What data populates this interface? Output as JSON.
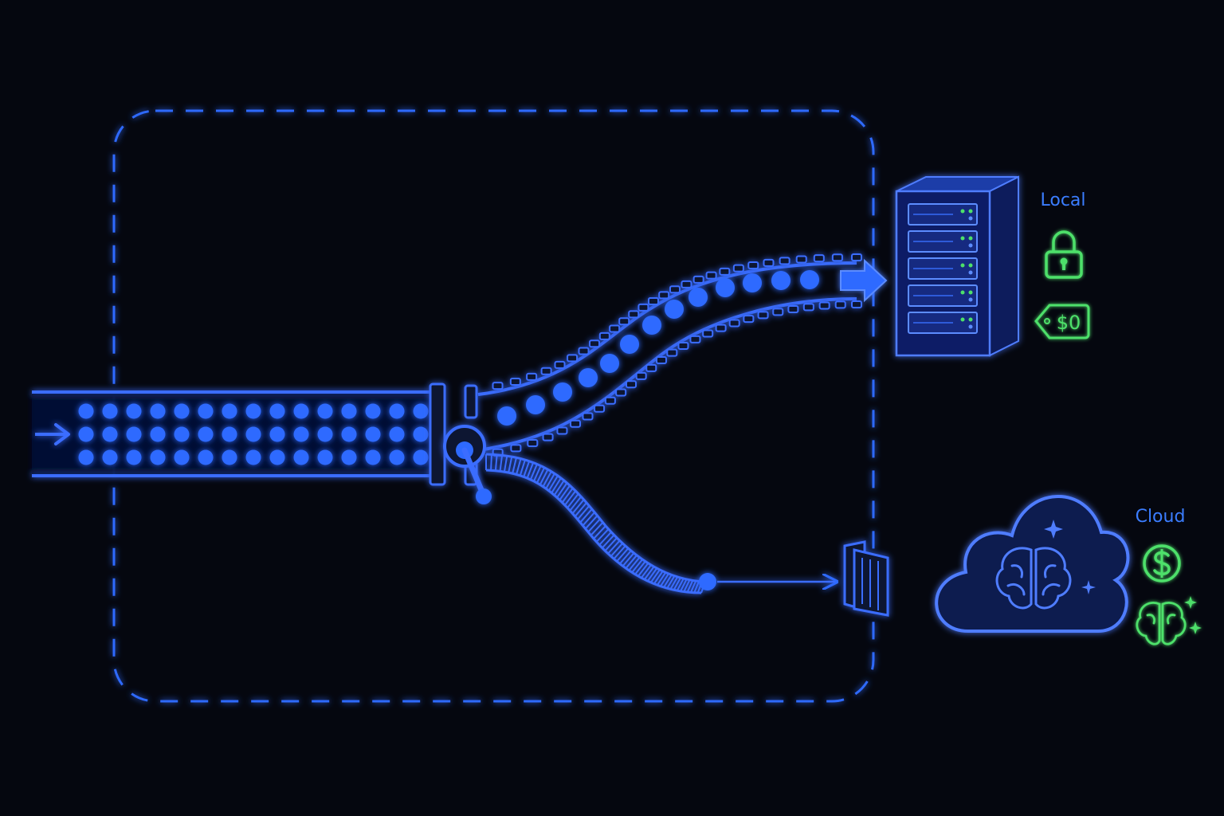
{
  "colors": {
    "background": "#05070f",
    "primary_blue": "#2f6bff",
    "light_blue": "#5b8cff",
    "dark_fill": "#0a1430",
    "green": "#4ee06a"
  },
  "local": {
    "label": "Local",
    "icons": [
      "lock-icon",
      "price-tag-icon"
    ],
    "price_tag_text": "$0"
  },
  "cloud": {
    "label": "Cloud",
    "icons": [
      "dollar-coin-icon",
      "brain-sparkle-icon"
    ]
  }
}
